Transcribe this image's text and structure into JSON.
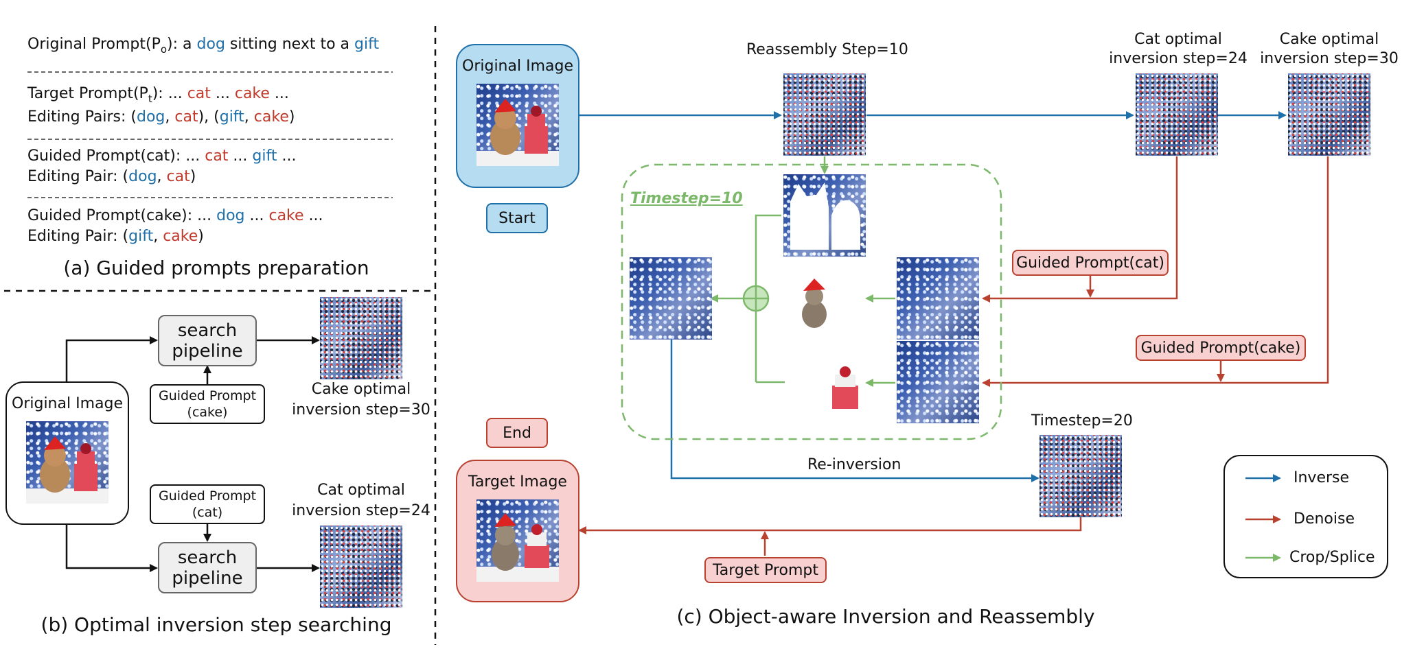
{
  "panel_a": {
    "line1_prefix": "Original Prompt(P",
    "line1_sub": "o",
    "line1_mid": "): a ",
    "line1_w1": "dog",
    "line1_mid2": " sitting next to a ",
    "line1_w2": "gift",
    "line2_prefix": "Target Prompt(P",
    "line2_sub": "t",
    "line2_mid": "): ... ",
    "line2_w1": "cat",
    "line2_mid2": " ... ",
    "line2_w2": "cake",
    "line2_end": " ...",
    "line3_prefix": "Editing Pairs: (",
    "line3_w1": "dog",
    "line3_c1": ", ",
    "line3_w2": "cat",
    "line3_c2": "), (",
    "line3_w3": "gift",
    "line3_c3": ", ",
    "line3_w4": "cake",
    "line3_end": ")",
    "line4_prefix": "Guided Prompt(cat): ... ",
    "line4_w1": "cat",
    "line4_mid": " ... ",
    "line4_w2": "gift",
    "line4_end": " ...",
    "line5_prefix": "Editing Pair:  (",
    "line5_w1": "dog",
    "line5_c": ", ",
    "line5_w2": "cat",
    "line5_end": ")",
    "line6_prefix": "Guided Prompt(cake): ... ",
    "line6_w1": "dog",
    "line6_mid": " ... ",
    "line6_w2": "cake",
    "line6_end": " ...",
    "line7_prefix": "Editing Pair:  (",
    "line7_w1": "gift",
    "line7_c": ", ",
    "line7_w2": "cake",
    "line7_end": ")",
    "caption": "(a) Guided prompts preparation"
  },
  "panel_b": {
    "original_image": "Original Image",
    "search_pipeline_top": "search pipeline",
    "search_pipeline_bottom": "search pipeline",
    "guided_cake": "Guided Prompt (cake)",
    "guided_cat": "Guided Prompt (cat)",
    "cake_step": "Cake optimal inversion step=30",
    "cat_step": "Cat optimal inversion step=24",
    "caption": "(b) Optimal inversion step searching"
  },
  "panel_c": {
    "original_image": "Original Image",
    "start": "Start",
    "end": "End",
    "target_image": "Target Image",
    "reassembly_step": "Reassembly Step=10",
    "cat_step": "Cat optimal inversion step=24",
    "cake_step": "Cake optimal inversion step=30",
    "timestep10": "Timestep=10",
    "timestep20": "Timestep=20",
    "guided_cat": "Guided Prompt(cat)",
    "guided_cake": "Guided Prompt(cake)",
    "target_prompt": "Target Prompt",
    "reinversion": "Re-inversion",
    "caption": "(c) Object-aware Inversion and Reassembly"
  },
  "legend": {
    "items": [
      {
        "label": "Inverse",
        "color": "#1f6fa8"
      },
      {
        "label": "Denoise",
        "color": "#b8412f"
      },
      {
        "label": "Crop/Splice",
        "color": "#7cb86a"
      }
    ]
  },
  "colors": {
    "inverse": "#1f6fa8",
    "denoise": "#b8412f",
    "crop": "#7cb86a",
    "start_fill": "#b5dcf0",
    "end_fill": "#f7d0cf"
  }
}
